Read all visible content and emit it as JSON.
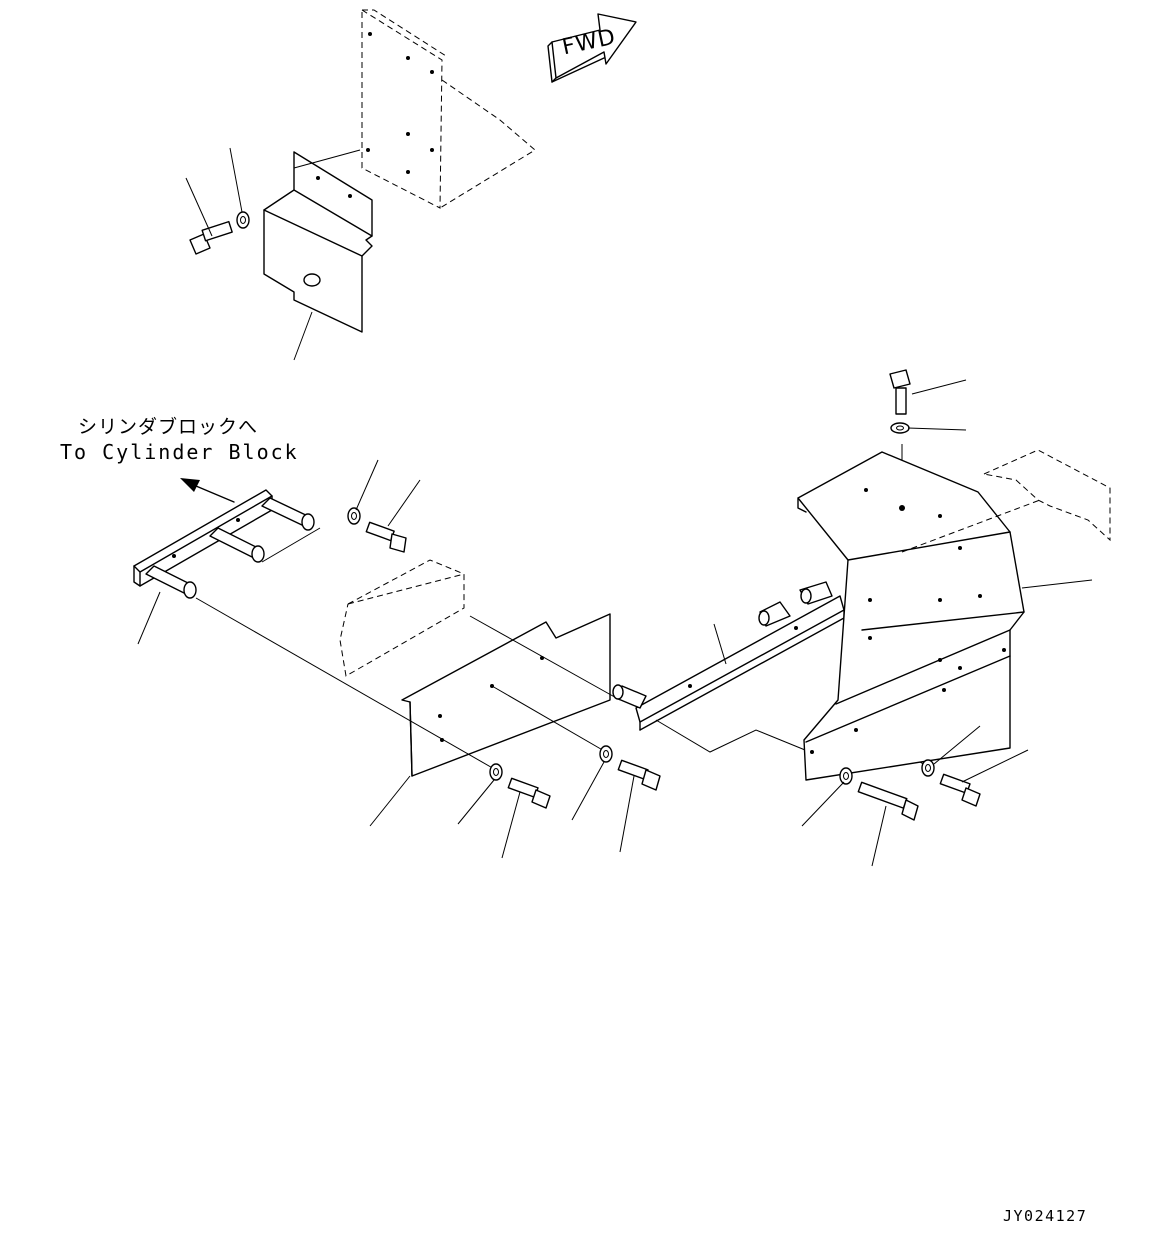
{
  "labels": {
    "fwd": "FWD",
    "direction_jp": "シリンダブロックへ",
    "direction_en": "To Cylinder Block",
    "drawing_code": "JY024127"
  }
}
